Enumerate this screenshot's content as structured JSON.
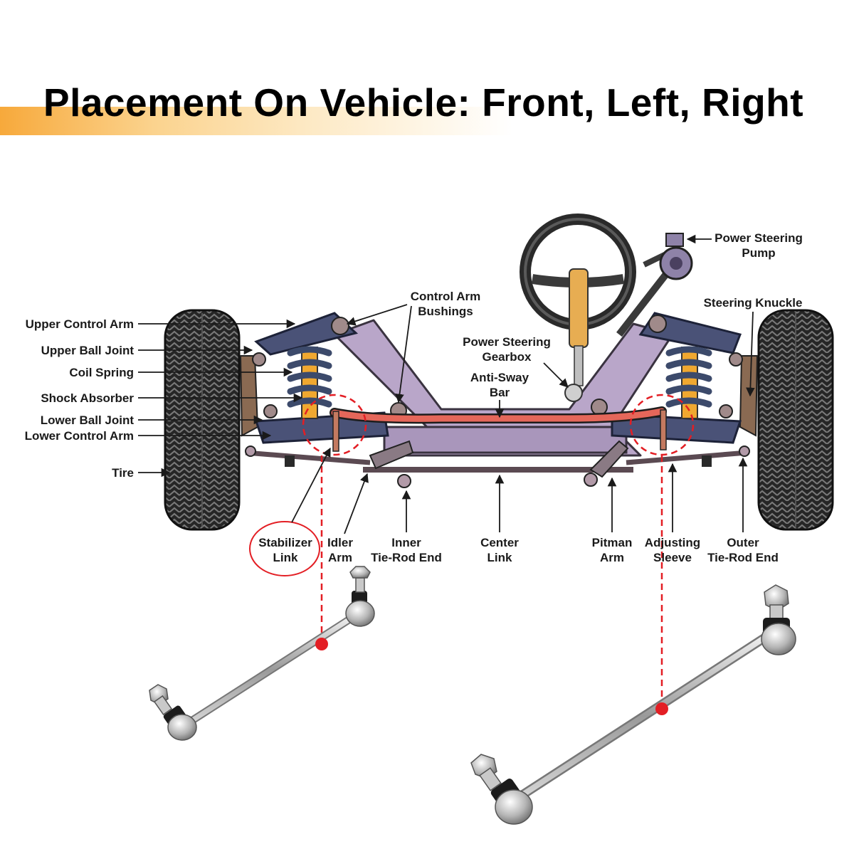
{
  "title": "Placement On Vehicle: Front, Left, Right",
  "colors": {
    "accent": "#f7a93b",
    "frame": "#b9a6c9",
    "control_arm": "#4a5277",
    "anti_sway_bar": "#e5675a",
    "highlight": "#e31e24",
    "spring": "#3c4a6b",
    "shock": "#f0a830",
    "tire": "#262626"
  },
  "labels": {
    "upper_control_arm": "Upper Control Arm",
    "upper_ball_joint": "Upper Ball Joint",
    "coil_spring": "Coil Spring",
    "shock_absorber": "Shock Absorber",
    "lower_ball_joint": "Lower Ball Joint",
    "lower_control_arm": "Lower Control Arm",
    "tire": "Tire",
    "control_arm_bushings_1": "Control Arm",
    "control_arm_bushings_2": "Bushings",
    "power_steering_gearbox_1": "Power Steering",
    "power_steering_gearbox_2": "Gearbox",
    "anti_sway_bar_1": "Anti-Sway",
    "anti_sway_bar_2": "Bar",
    "power_steering_pump_1": "Power Steering",
    "power_steering_pump_2": "Pump",
    "steering_knuckle": "Steering Knuckle",
    "stabilizer_link_1": "Stabilizer",
    "stabilizer_link_2": "Link",
    "idler_arm_1": "Idler",
    "idler_arm_2": "Arm",
    "inner_tie_rod_1": "Inner",
    "inner_tie_rod_2": "Tie-Rod End",
    "center_link_1": "Center",
    "center_link_2": "Link",
    "pitman_arm_1": "Pitman",
    "pitman_arm_2": "Arm",
    "adjusting_sleeve_1": "Adjusting",
    "adjusting_sleeve_2": "Sleeve",
    "outer_tie_rod_1": "Outer",
    "outer_tie_rod_2": "Tie-Rod End"
  }
}
